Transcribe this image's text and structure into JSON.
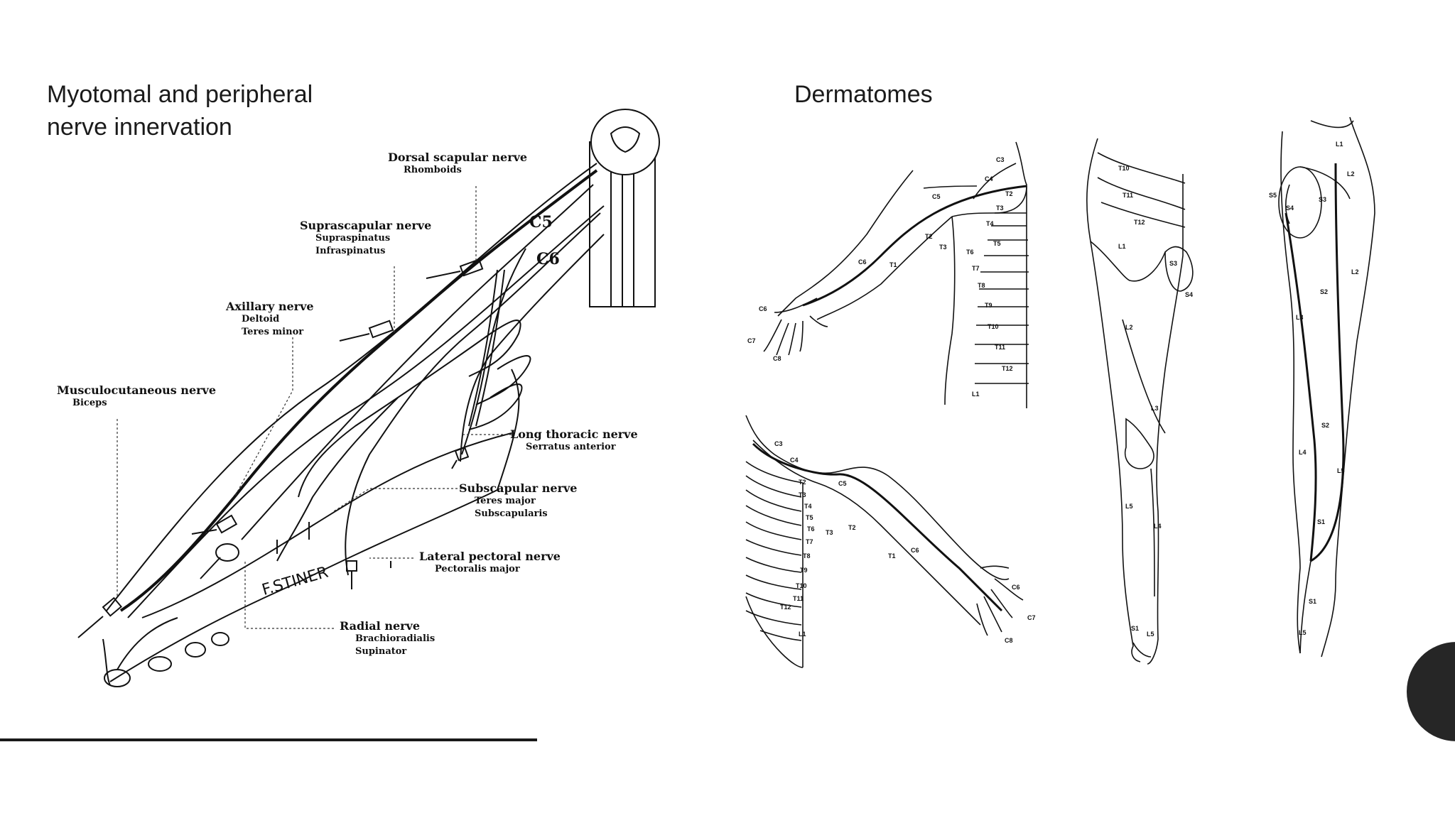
{
  "slide": {
    "title_left": "Myotomal and peripheral nerve innervation",
    "title_right": "Dermatomes"
  },
  "nerve_diagram": {
    "roots": [
      "C5",
      "C6"
    ],
    "signature": "F.STINER",
    "nerves": [
      {
        "name": "Dorsal scapular nerve",
        "muscles": [
          "Rhomboids"
        ]
      },
      {
        "name": "Suprascapular nerve",
        "muscles": [
          "Supraspinatus",
          "Infraspinatus"
        ]
      },
      {
        "name": "Axillary nerve",
        "muscles": [
          "Deltoid",
          "Teres minor"
        ]
      },
      {
        "name": "Musculocutaneous nerve",
        "muscles": [
          "Biceps"
        ]
      },
      {
        "name": "Long thoracic nerve",
        "muscles": [
          "Serratus anterior"
        ]
      },
      {
        "name": "Subscapular nerve",
        "muscles": [
          "Teres major",
          "Subscapularis"
        ]
      },
      {
        "name": "Lateral pectoral nerve",
        "muscles": [
          "Pectoralis major"
        ]
      },
      {
        "name": "Radial nerve",
        "muscles": [
          "Brachioradialis",
          "Supinator"
        ]
      }
    ]
  },
  "dermatomes": {
    "upper_front": [
      "C3",
      "C4",
      "C5",
      "T2",
      "T3",
      "T4",
      "T5",
      "T6",
      "T7",
      "T8",
      "T9",
      "T10",
      "T11",
      "T12",
      "L1",
      "C6",
      "T1",
      "C6",
      "C7",
      "C8",
      "T2",
      "T3"
    ],
    "upper_back": [
      "C3",
      "C4",
      "C5",
      "T2",
      "T3",
      "T4",
      "T5",
      "T6",
      "T7",
      "T8",
      "T9",
      "T10",
      "T11",
      "T12",
      "L1",
      "T2",
      "T3",
      "T1",
      "C6",
      "C6",
      "C7",
      "C8"
    ],
    "leg_front": [
      "T10",
      "T11",
      "T12",
      "L1",
      "S3",
      "S4",
      "L2",
      "L3",
      "L5",
      "L4",
      "S1",
      "L5"
    ],
    "leg_back": [
      "L1",
      "L2",
      "S5",
      "S4",
      "S3",
      "L2",
      "S2",
      "L3",
      "S2",
      "L4",
      "L5",
      "S1",
      "S1",
      "L5"
    ]
  }
}
